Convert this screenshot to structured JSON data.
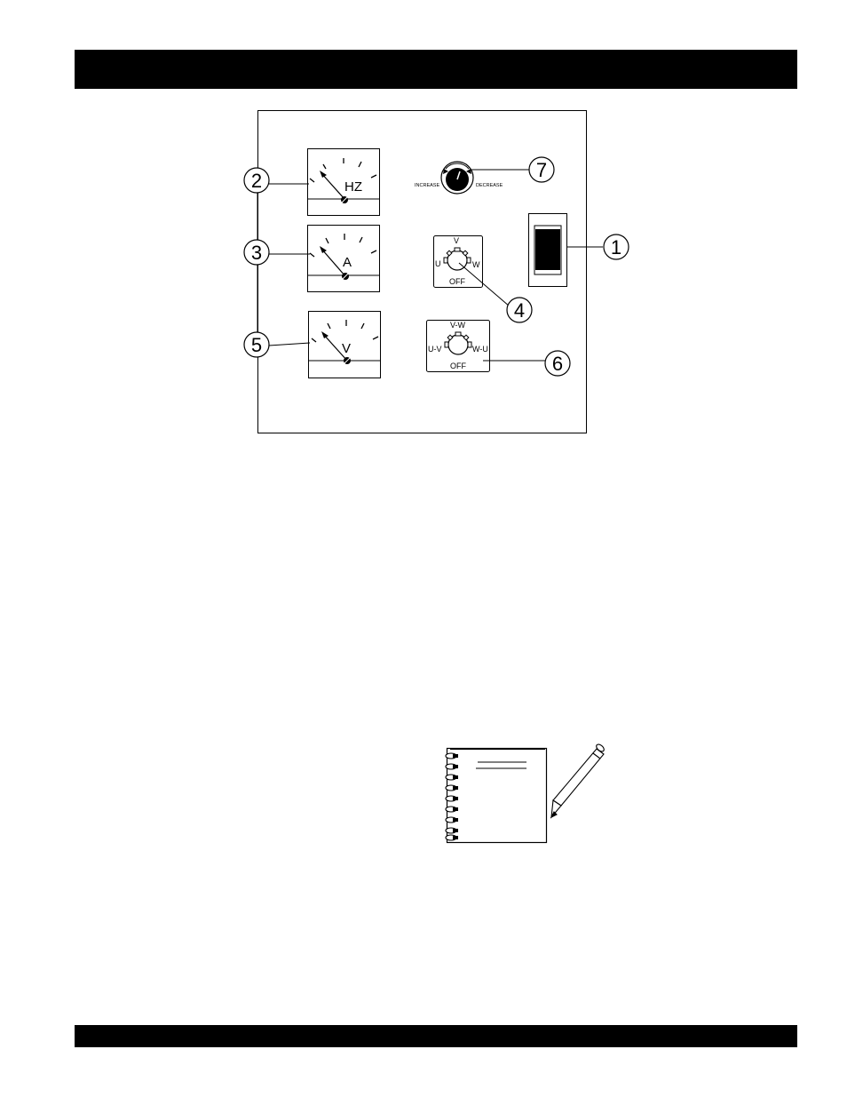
{
  "header_bar": {
    "color": "#000000"
  },
  "footer_bar": {
    "color": "#000000"
  },
  "panel": {
    "callouts": [
      "1",
      "2",
      "3",
      "4",
      "5",
      "6",
      "7"
    ],
    "meters": [
      {
        "unit": "HZ"
      },
      {
        "unit": "A"
      },
      {
        "unit": "V"
      }
    ],
    "knob": {
      "left_label": "INCREASE",
      "right_label": "DECREASE"
    },
    "ammeter_selector": {
      "top": "V",
      "left": "U",
      "right": "W",
      "bottom": "OFF"
    },
    "voltmeter_selector": {
      "top": "V-W",
      "left": "U-V",
      "right": "W-U",
      "bottom": "OFF"
    },
    "main_switch": {
      "icon": "rocker-switch-icon"
    }
  },
  "notes_graphic": {
    "icons": [
      "spiral-notebook-icon",
      "pencil-icon"
    ]
  }
}
